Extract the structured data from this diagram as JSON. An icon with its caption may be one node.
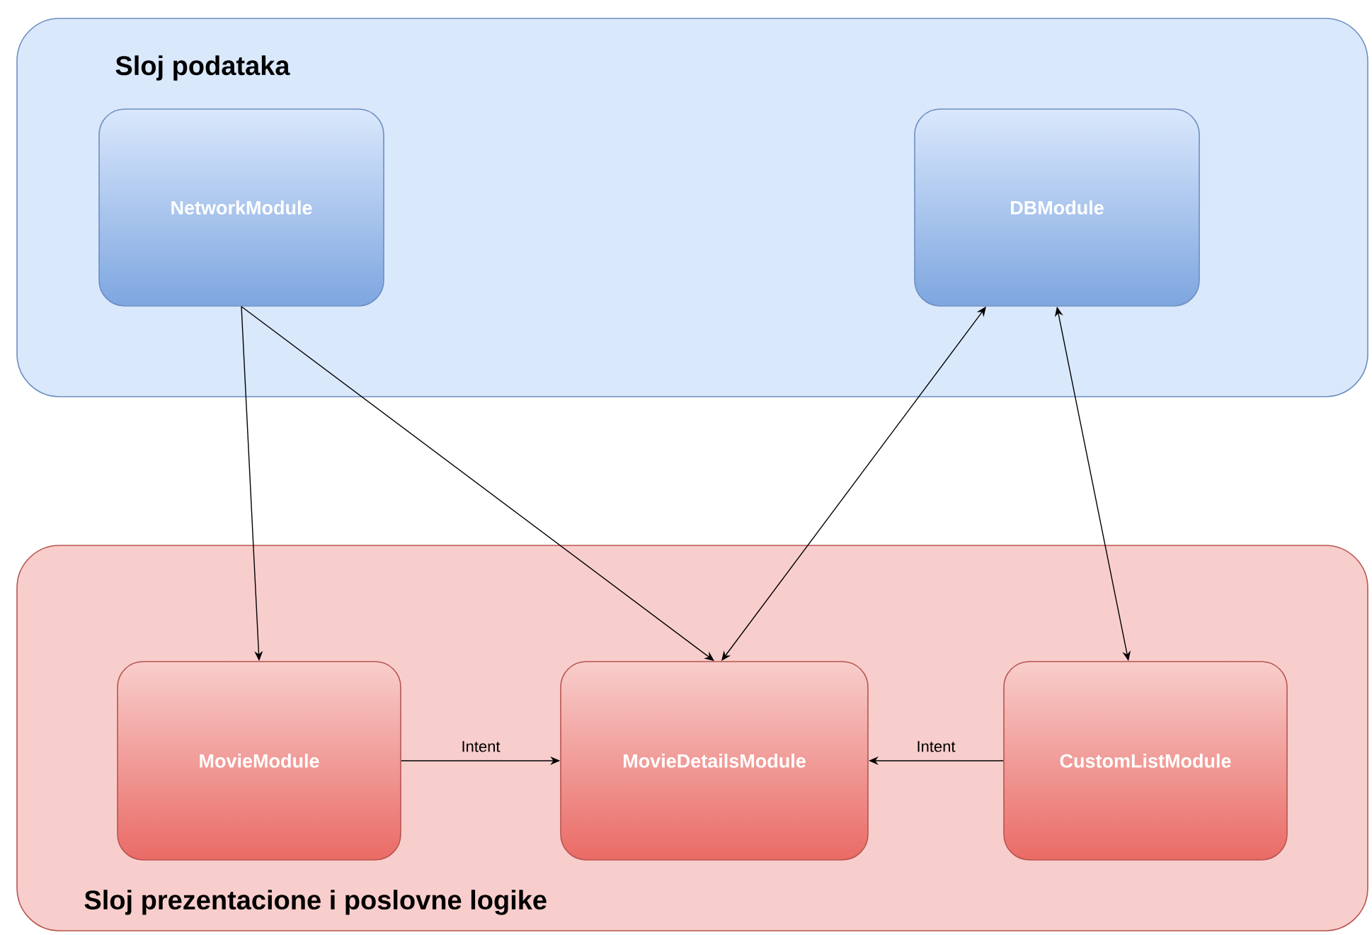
{
  "diagram": {
    "nodes": [
      {
        "text": [
          "Sloj podataka"
        ]
      },
      {
        "text": [
          "NetworkModule"
        ],
        "in": 0
      },
      {
        "text": [
          "DBModule"
        ],
        "in": 0
      },
      {
        "text": [
          "Sloj prezentacione i poslovne logike"
        ]
      },
      {
        "text": [
          "MovieModule"
        ],
        "in": 3
      },
      {
        "text": [
          "MovieDetailsModule"
        ],
        "in": 3
      },
      {
        "text": [
          "CustomListModule"
        ],
        "in": 3
      }
    ],
    "edges": [
      {
        "from": 1,
        "to": 4,
        "arrow": "to"
      },
      {
        "from": 1,
        "to": 5,
        "arrow": "to"
      },
      {
        "from": 5,
        "to": 2,
        "arrow": "both"
      },
      {
        "from": 2,
        "to": 6,
        "arrow": "both"
      },
      {
        "from": 4,
        "to": 5,
        "arrow": "to",
        "label": "Intent"
      },
      {
        "from": 6,
        "to": 5,
        "arrow": "to",
        "label": "Intent"
      }
    ]
  }
}
